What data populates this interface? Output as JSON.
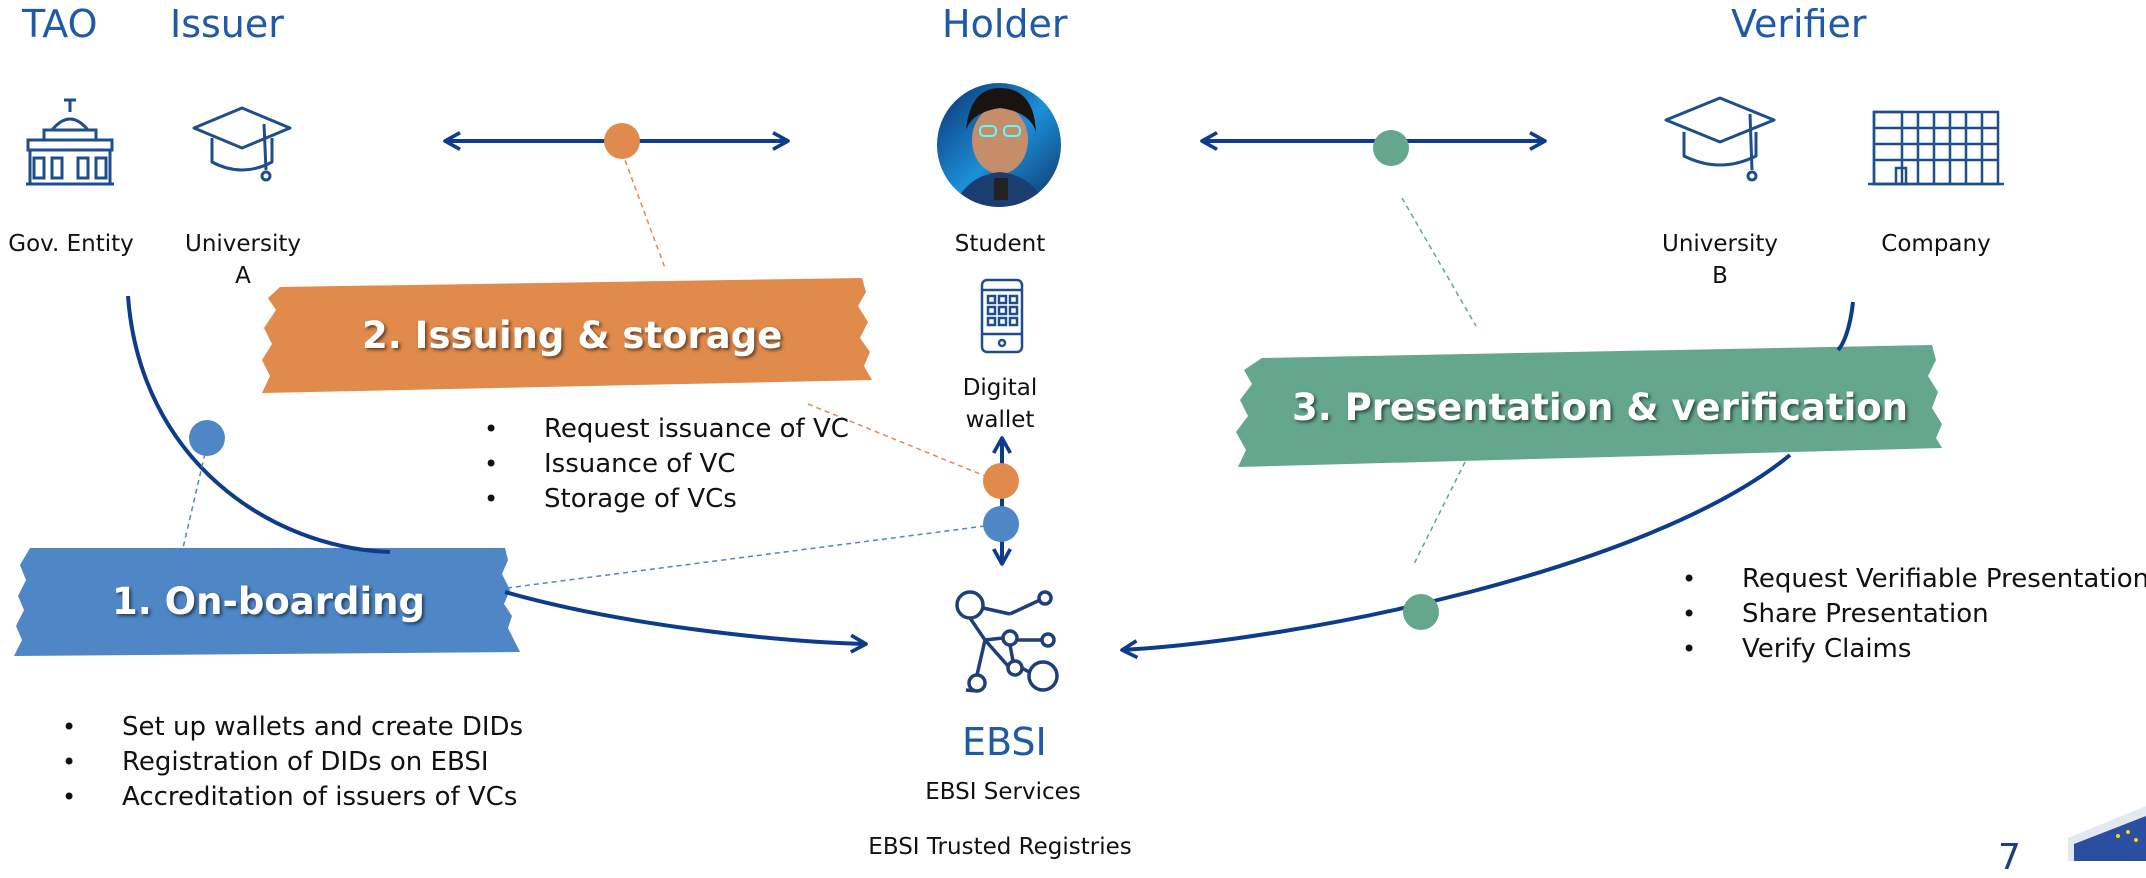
{
  "roles": {
    "tao": "TAO",
    "issuer": "Issuer",
    "holder": "Holder",
    "verifier": "Verifier"
  },
  "entities": {
    "gov_entity": "Gov. Entity",
    "university_a_line1": "University",
    "university_a_line2": "A",
    "student": "Student",
    "digital_wallet_line1": "Digital",
    "digital_wallet_line2": "wallet",
    "university_b_line1": "University",
    "university_b_line2": "B",
    "company": "Company"
  },
  "steps": {
    "onboarding": {
      "title": "1. On-boarding",
      "color": "#4e86c6",
      "items": [
        "Set up wallets and create DIDs",
        "Registration of DIDs on EBSI",
        "Accreditation of issuers of VCs"
      ]
    },
    "issuing": {
      "title": "2. Issuing & storage",
      "color": "#e08a4b",
      "items": [
        "Request issuance of VC",
        "Issuance of VC",
        "Storage of VCs"
      ]
    },
    "presentation": {
      "title": "3. Presentation & verification",
      "color": "#64a68e",
      "items": [
        "Request Verifiable Presentation",
        "Share Presentation",
        "Verify Claims"
      ]
    }
  },
  "ebsi": {
    "title": "EBSI",
    "services": "EBSI Services",
    "registries": "EBSI Trusted Registries"
  },
  "page_number": "7",
  "colors": {
    "arrow": "#0d3c8c",
    "title_blue": "#1f5aa6"
  },
  "icons": [
    "government-building-icon",
    "graduation-cap-icon",
    "student-photo",
    "smartphone-icon",
    "network-nodes-icon",
    "office-building-icon",
    "eu-flag-logo"
  ]
}
